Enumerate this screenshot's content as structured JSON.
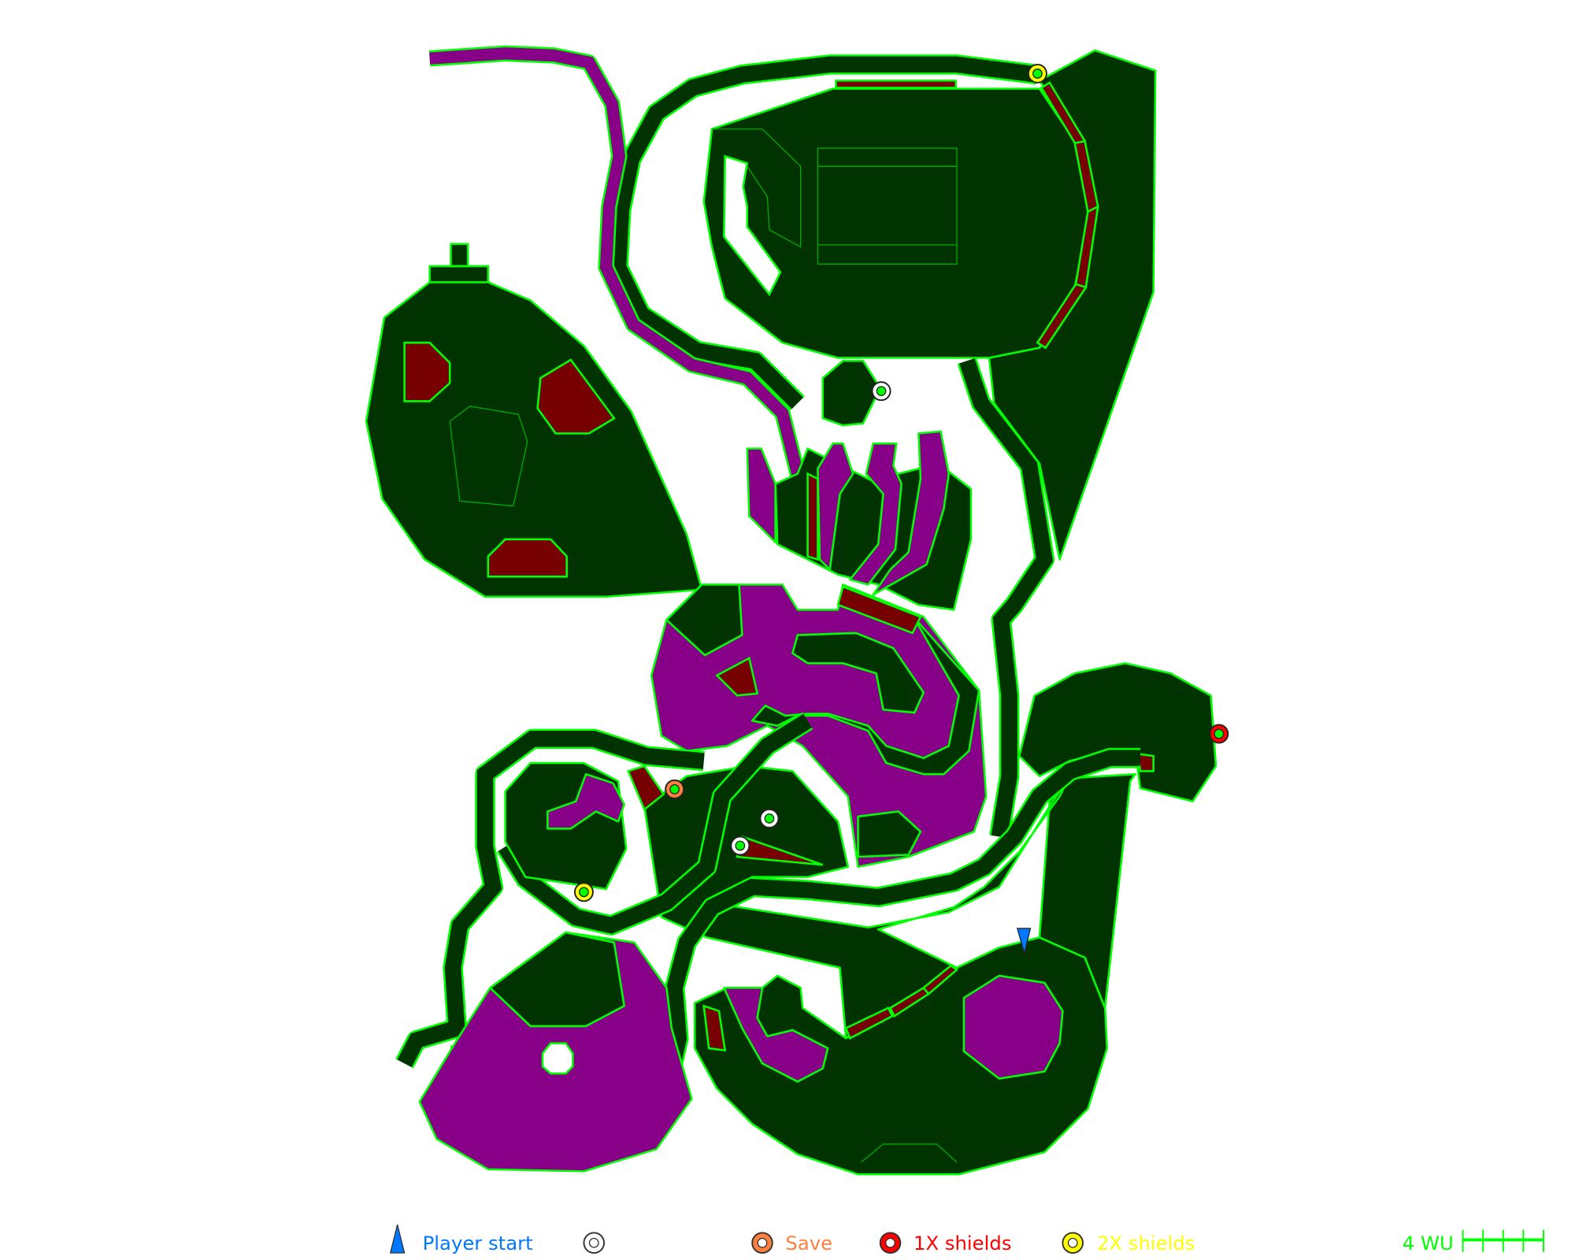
{
  "map": {
    "colors": {
      "floor": "#003300",
      "outline": "#00ff00",
      "liquid": "#880088",
      "lava": "#770000",
      "player_start": "#0077ff",
      "save": "#ff7f3f",
      "shields_1x": "#ff0000",
      "shields_2x": "#ffff00"
    }
  },
  "legend": {
    "player_start": "Player start",
    "save": "Save",
    "shields_1x": "1X shields",
    "shields_2x": "2X shields",
    "scale": "4 WU"
  }
}
